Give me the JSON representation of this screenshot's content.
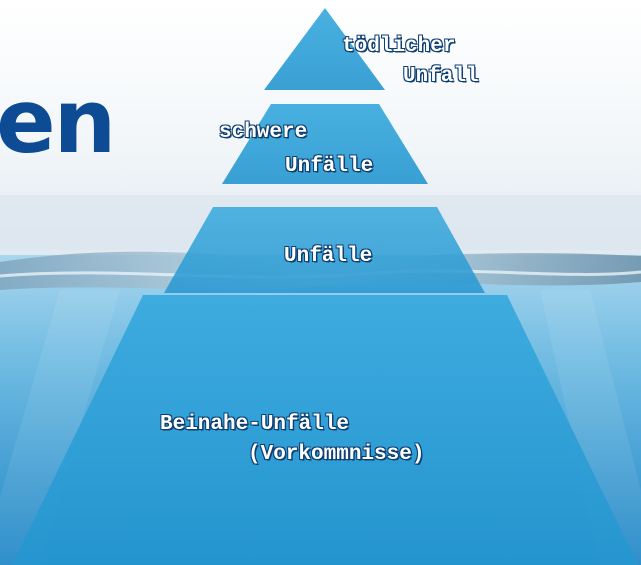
{
  "title_fragment": "en",
  "pyramid": {
    "tier1": {
      "line1": "tödlicher",
      "line2": "Unfall"
    },
    "tier2": {
      "line1": "schwere",
      "line2": "Unfälle"
    },
    "tier3": {
      "line1": "Unfälle"
    },
    "tier4": {
      "line1": "Beinahe-Unfälle",
      "line2": "(Vorkommnisse)"
    }
  },
  "colors": {
    "title": "#0d4b94",
    "pyramid_fill": "#2d9fd6",
    "label_outline": "#0e3f72",
    "sky_top": "#ffffff",
    "water": "#4ea8d8"
  }
}
